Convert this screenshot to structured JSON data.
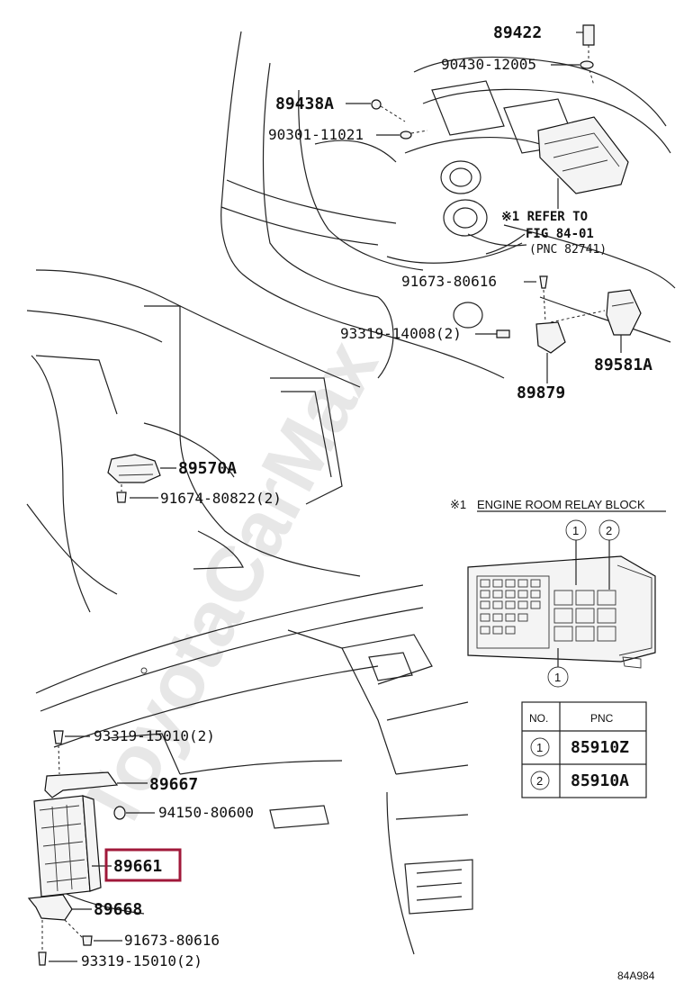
{
  "watermark": "ToyotaCarMax",
  "diagram_code": "84A984",
  "callouts": {
    "p89422": "89422",
    "p90430": "90430-12005",
    "p89438a": "89438A",
    "p90301": "90301-11021",
    "ref_line1": "※1 REFER TO",
    "ref_line2": "FIG 84-01",
    "ref_line3": "(PNC 82741)",
    "p91673_top": "91673-80616",
    "p93319_14008": "93319-14008(2)",
    "p89581a": "89581A",
    "p89879": "89879",
    "p89570a": "89570A",
    "p91674": "91674-80822(2)",
    "p93319_top": "93319-15010(2)",
    "p89667": "89667",
    "p94150": "94150-80600",
    "p89661": "89661",
    "p89668": "89668",
    "p91673_bottom": "91673-80616",
    "p93319_bottom": "93319-15010(2)"
  },
  "highlight": {
    "part": "89661",
    "color": "#a0183a"
  },
  "relay_block": {
    "title_mark": "※1",
    "title": "ENGINE ROOM RELAY BLOCK",
    "markers": [
      "1",
      "2",
      "1"
    ]
  },
  "pnc_table": {
    "headers": [
      "NO.",
      "PNC"
    ],
    "rows": [
      {
        "no": "1",
        "pnc": "85910Z"
      },
      {
        "no": "2",
        "pnc": "85910A"
      }
    ]
  }
}
